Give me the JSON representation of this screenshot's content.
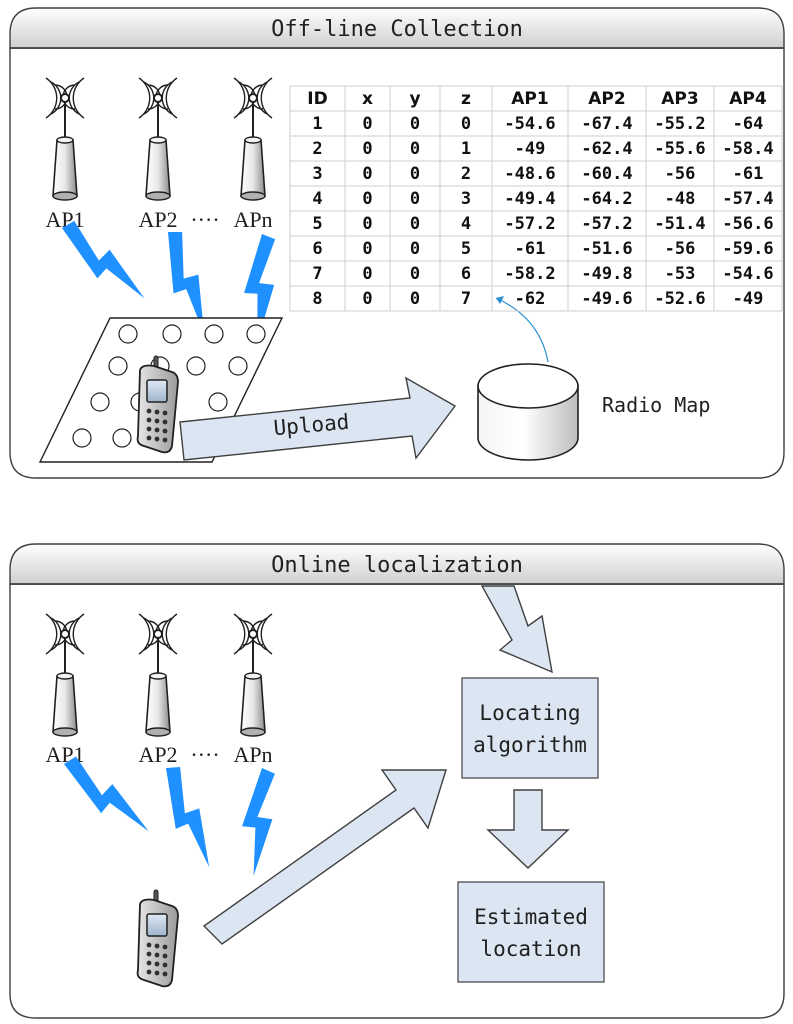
{
  "offline": {
    "title": "Off-line Collection",
    "ap_labels": [
      "AP1",
      "AP2",
      "····",
      "APn"
    ],
    "upload_label": "Upload",
    "radio_map_label": "Radio Map",
    "table": {
      "headers": [
        "ID",
        "x",
        "y",
        "z",
        "AP1",
        "AP2",
        "AP3",
        "AP4"
      ],
      "rows": [
        [
          "1",
          "0",
          "0",
          "0",
          "-54.6",
          "-67.4",
          "-55.2",
          "-64"
        ],
        [
          "2",
          "0",
          "0",
          "1",
          "-49",
          "-62.4",
          "-55.6",
          "-58.4"
        ],
        [
          "3",
          "0",
          "0",
          "2",
          "-48.6",
          "-60.4",
          "-56",
          "-61"
        ],
        [
          "4",
          "0",
          "0",
          "3",
          "-49.4",
          "-64.2",
          "-48",
          "-57.4"
        ],
        [
          "5",
          "0",
          "0",
          "4",
          "-57.2",
          "-57.2",
          "-51.4",
          "-56.6"
        ],
        [
          "6",
          "0",
          "0",
          "5",
          "-61",
          "-51.6",
          "-56",
          "-59.6"
        ],
        [
          "7",
          "0",
          "0",
          "6",
          "-58.2",
          "-49.8",
          "-53",
          "-54.6"
        ],
        [
          "8",
          "0",
          "0",
          "7",
          "-62",
          "-49.6",
          "-52.6",
          "-49"
        ]
      ]
    }
  },
  "online": {
    "title": "Online localization",
    "ap_labels": [
      "AP1",
      "AP2",
      "····",
      "APn"
    ],
    "locating_line1": "Locating",
    "locating_line2": "algorithm",
    "estimated_line1": "Estimated",
    "estimated_line2": "location"
  },
  "colors": {
    "signal": "#1e90ff",
    "box_fill": "#dce6f2",
    "header_grad_top": "#ffffff",
    "header_grad_bottom": "#d0d0d0",
    "grid": "#c8c8c8",
    "arrow_fill": "#dce6f2",
    "arrow_stroke": "#404040"
  }
}
